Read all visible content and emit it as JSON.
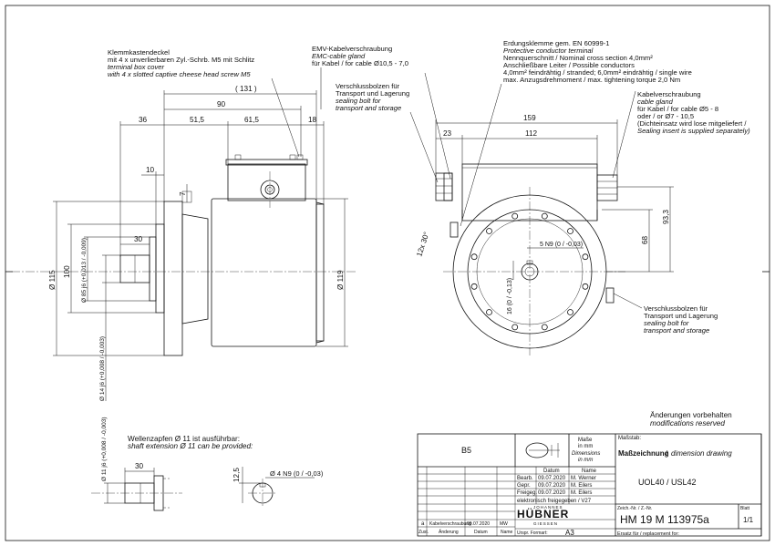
{
  "notes": {
    "terminal_cover": [
      "Klemmkastendeckel",
      "mit 4 x unverlierbaren Zyl.-Schrb. M5 mit Schlitz",
      "terminal box cover",
      "with 4 x slotted captive cheese head screw M5"
    ],
    "emv": [
      "EMV-Kabelverschraubung",
      "EMC-cable gland",
      "für Kabel / for cable Ø10,5 - 7,0"
    ],
    "earth": [
      "Erdungsklemme gem. EN 60999-1",
      "Protective conductor terminal",
      "Nennquerschnitt / Nominal cross section 4,0mm²",
      "Anschließbare Leiter / Possible conductors",
      "4,0mm² feindrähtig / stranded; 6,0mm² eindrähtig / single wire",
      "max. Anzugsdrehmoment / max. tightening torque 2,0 Nm"
    ],
    "sealing_top": [
      "Verschlussbolzen für",
      "Transport und Lagerung",
      "sealing bolt for",
      "transport and storage"
    ],
    "cable_gland": [
      "Kabelverschraubung",
      "cable gland",
      "für Kabel / for cable Ø5 - 8",
      "oder / or Ø7 - 10,5",
      "(Dichteinsatz wird lose mitgeliefert /",
      "Sealing insert is supplied separately)"
    ],
    "sealing_right": [
      "Verschlussbolzen für",
      "Transport und Lagerung",
      "sealing bolt for",
      "transport and storage"
    ],
    "shaft": [
      "Wellenzapfen Ø 11 ist ausführbar:",
      "shaft extension Ø 11 can be provided:"
    ],
    "changes": [
      "Änderungen vorbehalten",
      "modifications reserved"
    ]
  },
  "dims": {
    "d131": "( 131 )",
    "d90": "90",
    "d36": "36",
    "d51_5": "51,5",
    "d61_5": "61,5",
    "d18": "18",
    "d10": "10",
    "d7": "7",
    "d30": "30",
    "d115": "Ø 115",
    "d100": "100",
    "d85": "Ø 85 j6 (+0,013 / -0,009)",
    "d119": "Ø 119",
    "d14": "Ø 14 j6 (+0,008 / -0,003)",
    "d159": "159",
    "d23": "23",
    "d112": "112",
    "d93": "93,3",
    "d68": "68",
    "d5": "5 N9 (0 / -0,03)",
    "d16": "16 (0 / -0,13)",
    "d12x30": "12x 30°",
    "d11": "Ø 11 j6 (+0,008 / -0,003)",
    "d30b": "30",
    "d12_5": "12,5",
    "d4": "Ø 4 N9 (0 / -0,03)"
  },
  "title_block": {
    "b5": "B5",
    "masse": [
      "Maße",
      "in mm",
      "Dimensions",
      "in mm"
    ],
    "massstab": "Maßstab:",
    "title_de": "Maßzeichnung",
    "title_en": "dimension drawing",
    "model": "UOL40 / USL42",
    "col_datum": "Datum",
    "col_name": "Name",
    "rows": [
      {
        "label": "Bearb.",
        "date": "09.07.2020",
        "name": "M. Werner"
      },
      {
        "label": "Gepr.",
        "date": "09.07.2020",
        "name": "M. Eilers"
      },
      {
        "label": "Freigeg.",
        "date": "09.07.2020",
        "name": "M. Eilers"
      }
    ],
    "released": "elektronisch freigegeben / V27",
    "brand_small_top": "JOHANNES",
    "brand": "HÜBNER",
    "brand_small_bottom": "GIESSEN",
    "rev": "a",
    "rev_text": "Kabelverschraubung",
    "rev_date": "09.07.2020",
    "rev_by": "MW",
    "h_zust": "Zust.",
    "h_aend": "Änderung",
    "h_datum": "Datum",
    "h_name": "Name",
    "orig": "Urspr. Formart:",
    "format": "A3",
    "drawing_label": "Zeich.-Nr. / Z.-Nr.",
    "drawing_no": "HM 19 M 113975a",
    "sheet_label": "Blatt",
    "sheet": "1/1",
    "ersatz": "Ersatz für / replacement for:"
  }
}
